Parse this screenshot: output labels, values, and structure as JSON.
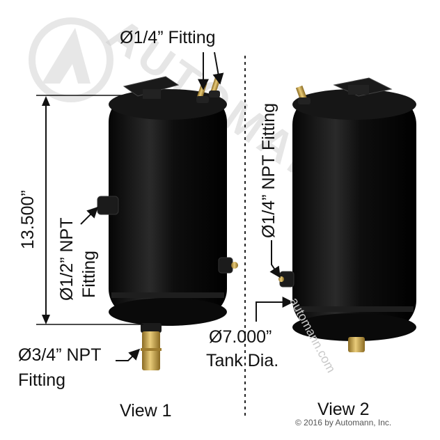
{
  "labels": {
    "top_fitting": "Ø1/4” Fitting",
    "height_dim": "13.500”",
    "half_npt_line1": "Ø1/2” NPT",
    "half_npt_line2": "Fitting",
    "quarter_npt": "Ø1/4” NPT Fitting",
    "three_quarter_line1": "Ø3/4” NPT",
    "three_quarter_line2": "Fitting",
    "tank_dia_line1": "Ø7.000”",
    "tank_dia_line2": "Tank Dia.",
    "view1": "View 1",
    "view2": "View 2"
  },
  "copyright": "© 2016 by Automann, Inc.",
  "watermark": {
    "brand": "AUTOMANN",
    "url": "automann.com"
  },
  "colors": {
    "tank_body": "#0b0b0b",
    "brass": "#c8a24a",
    "watermark": "#d9d9d9",
    "text": "#111111"
  }
}
